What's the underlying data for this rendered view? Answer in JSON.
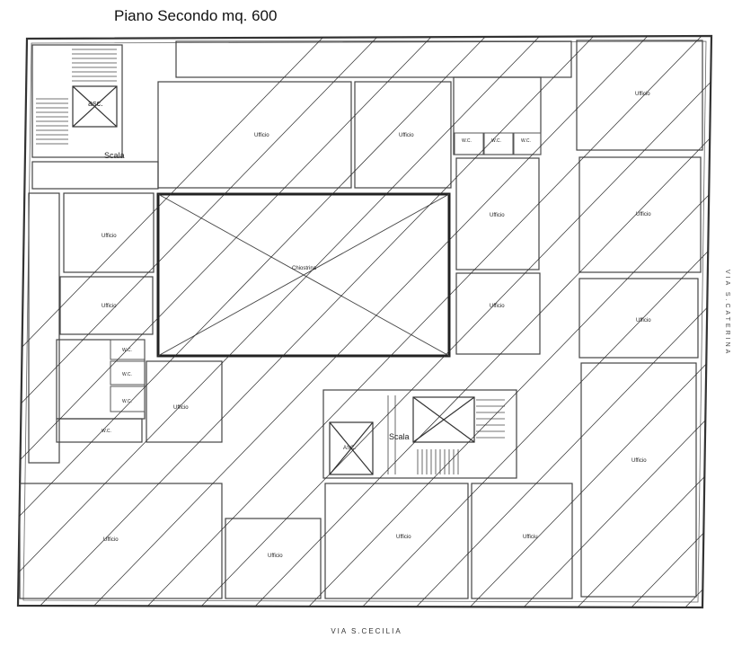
{
  "title": "Piano Secondo mq. 600",
  "street_bottom": "VIA S.CECILIA",
  "street_right": "VIA S.CATERINA",
  "labels": {
    "asc": "asc.",
    "scala": "Scala",
    "ufficio": "Ufficio",
    "chiostrina": "Chiostrina",
    "wc": "W.C.",
    "asc2": "ASC.",
    "ufficiu": "Ufficiu"
  }
}
